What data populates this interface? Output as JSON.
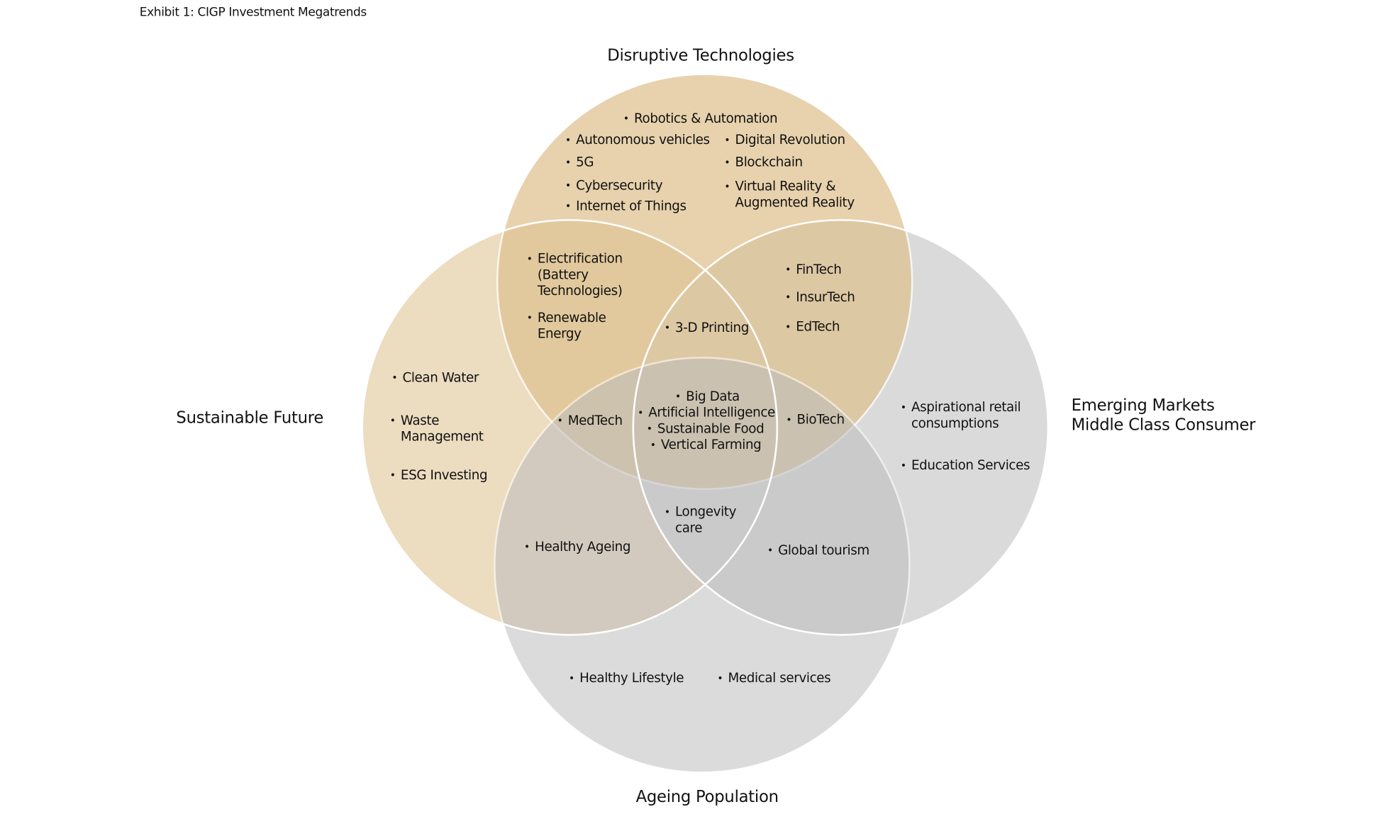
{
  "title": "Exhibit 1: CIGP Investment Megatrends",
  "colors": {
    "disruptive": "#dfc392",
    "sustainable": "#ecdcc0",
    "emerging": "#dadada",
    "ageing": "#bdbdbd"
  },
  "sets": {
    "disruptive": "Disruptive Technologies",
    "sustainable": "Sustainable Future",
    "emerging": "Emerging Markets\nMiddle Class Consumer",
    "ageing": "Ageing Population"
  },
  "items": [
    {
      "text": "Robotics & Automation"
    },
    {
      "text": "Autonomous vehicles"
    },
    {
      "text": "5G"
    },
    {
      "text": "Cybersecurity"
    },
    {
      "text": "Internet of Things"
    },
    {
      "text": "Digital Revolution"
    },
    {
      "text": "Blockchain"
    },
    {
      "text": "Virtual Reality &\nAugmented Reality"
    },
    {
      "text": "Electrification\n(Battery\nTechnologies)"
    },
    {
      "text": "Renewable\nEnergy"
    },
    {
      "text": "3-D Printing"
    },
    {
      "text": "FinTech"
    },
    {
      "text": "InsurTech"
    },
    {
      "text": "EdTech"
    },
    {
      "text": "Clean Water"
    },
    {
      "text": "Waste\nManagement"
    },
    {
      "text": "ESG Investing"
    },
    {
      "text": "MedTech"
    },
    {
      "text": "Big Data"
    },
    {
      "text": "Artificial Intelligence"
    },
    {
      "text": "Sustainable Food"
    },
    {
      "text": "Vertical Farming"
    },
    {
      "text": "BioTech"
    },
    {
      "text": "Aspirational retail\nconsumptions"
    },
    {
      "text": "Education Services"
    },
    {
      "text": "Longevity\ncare"
    },
    {
      "text": "Healthy Ageing"
    },
    {
      "text": "Global tourism"
    },
    {
      "text": "Healthy Lifestyle"
    },
    {
      "text": "Medical services"
    }
  ]
}
